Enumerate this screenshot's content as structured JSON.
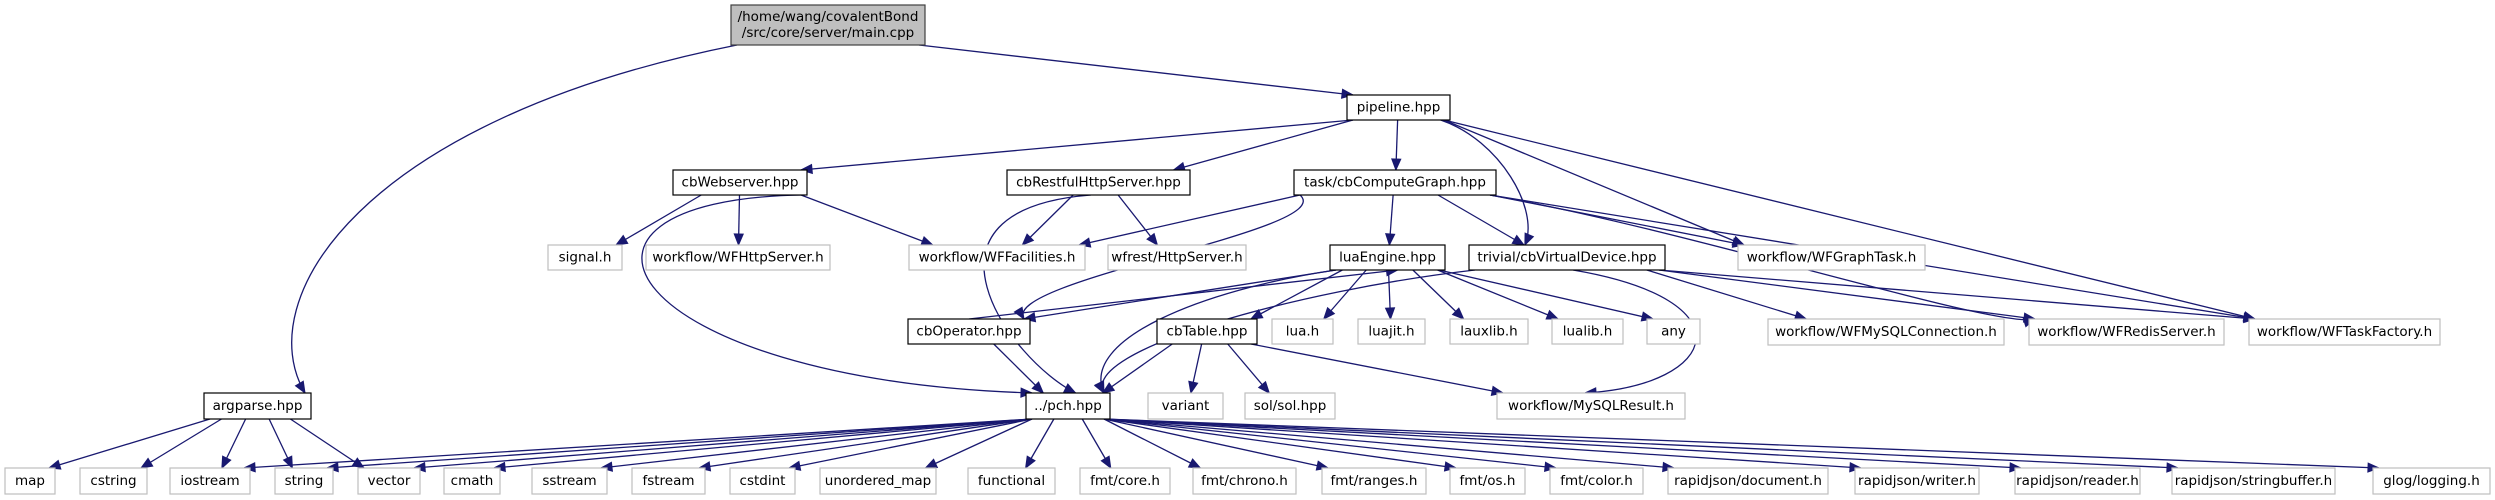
{
  "title": "/home/wang/covalentBond/src/core/server/main.cpp include dependency graph",
  "colors": {
    "edge": "#191970",
    "root_fill": "#bfbfbf",
    "project_border": "#000000",
    "external_border": "#bfbfbf"
  },
  "nodes": [
    {
      "id": "main",
      "label": [
        "/home/wang/covalentBond",
        "/src/core/server/main.cpp"
      ],
      "kind": "root"
    },
    {
      "id": "pipeline",
      "label": [
        "pipeline.hpp"
      ],
      "kind": "project"
    },
    {
      "id": "argparse",
      "label": [
        "argparse.hpp"
      ],
      "kind": "project"
    },
    {
      "id": "cbWebserver",
      "label": [
        "cbWebserver.hpp"
      ],
      "kind": "project"
    },
    {
      "id": "cbRestful",
      "label": [
        "cbRestfulHttpServer.hpp"
      ],
      "kind": "project"
    },
    {
      "id": "cbComputeGraph",
      "label": [
        "task/cbComputeGraph.hpp"
      ],
      "kind": "project"
    },
    {
      "id": "luaEngine",
      "label": [
        "luaEngine.hpp"
      ],
      "kind": "project"
    },
    {
      "id": "cbVirtualDevice",
      "label": [
        "trivial/cbVirtualDevice.hpp"
      ],
      "kind": "project"
    },
    {
      "id": "cbOperator",
      "label": [
        "cbOperator.hpp"
      ],
      "kind": "project"
    },
    {
      "id": "cbTable",
      "label": [
        "cbTable.hpp"
      ],
      "kind": "project"
    },
    {
      "id": "pch",
      "label": [
        "../pch.hpp"
      ],
      "kind": "project"
    },
    {
      "id": "signal",
      "label": [
        "signal.h"
      ],
      "kind": "external"
    },
    {
      "id": "WFHttpServer",
      "label": [
        "workflow/WFHttpServer.h"
      ],
      "kind": "external"
    },
    {
      "id": "WFFacilities",
      "label": [
        "workflow/WFFacilities.h"
      ],
      "kind": "external"
    },
    {
      "id": "wfrestHttpServer",
      "label": [
        "wfrest/HttpServer.h"
      ],
      "kind": "external"
    },
    {
      "id": "WFGraphTask",
      "label": [
        "workflow/WFGraphTask.h"
      ],
      "kind": "external"
    },
    {
      "id": "WFMySQLConnection",
      "label": [
        "workflow/WFMySQLConnection.h"
      ],
      "kind": "external"
    },
    {
      "id": "WFRedisServer",
      "label": [
        "workflow/WFRedisServer.h"
      ],
      "kind": "external"
    },
    {
      "id": "WFTaskFactory",
      "label": [
        "workflow/WFTaskFactory.h"
      ],
      "kind": "external"
    },
    {
      "id": "lua",
      "label": [
        "lua.h"
      ],
      "kind": "external"
    },
    {
      "id": "luajit",
      "label": [
        "luajit.h"
      ],
      "kind": "external"
    },
    {
      "id": "lauxlib",
      "label": [
        "lauxlib.h"
      ],
      "kind": "external"
    },
    {
      "id": "lualib",
      "label": [
        "lualib.h"
      ],
      "kind": "external"
    },
    {
      "id": "any",
      "label": [
        "any"
      ],
      "kind": "external"
    },
    {
      "id": "variant",
      "label": [
        "variant"
      ],
      "kind": "external"
    },
    {
      "id": "sol",
      "label": [
        "sol/sol.hpp"
      ],
      "kind": "external"
    },
    {
      "id": "MySQLResult",
      "label": [
        "workflow/MySQLResult.h"
      ],
      "kind": "external"
    },
    {
      "id": "map",
      "label": [
        "map"
      ],
      "kind": "external"
    },
    {
      "id": "cstring",
      "label": [
        "cstring"
      ],
      "kind": "external"
    },
    {
      "id": "iostream",
      "label": [
        "iostream"
      ],
      "kind": "external"
    },
    {
      "id": "string",
      "label": [
        "string"
      ],
      "kind": "external"
    },
    {
      "id": "vector",
      "label": [
        "vector"
      ],
      "kind": "external"
    },
    {
      "id": "cmath",
      "label": [
        "cmath"
      ],
      "kind": "external"
    },
    {
      "id": "sstream",
      "label": [
        "sstream"
      ],
      "kind": "external"
    },
    {
      "id": "fstream",
      "label": [
        "fstream"
      ],
      "kind": "external"
    },
    {
      "id": "cstdint",
      "label": [
        "cstdint"
      ],
      "kind": "external"
    },
    {
      "id": "unordered_map",
      "label": [
        "unordered_map"
      ],
      "kind": "external"
    },
    {
      "id": "functional",
      "label": [
        "functional"
      ],
      "kind": "external"
    },
    {
      "id": "fmtcore",
      "label": [
        "fmt/core.h"
      ],
      "kind": "external"
    },
    {
      "id": "fmtchrono",
      "label": [
        "fmt/chrono.h"
      ],
      "kind": "external"
    },
    {
      "id": "fmtranges",
      "label": [
        "fmt/ranges.h"
      ],
      "kind": "external"
    },
    {
      "id": "fmtos",
      "label": [
        "fmt/os.h"
      ],
      "kind": "external"
    },
    {
      "id": "fmtcolor",
      "label": [
        "fmt/color.h"
      ],
      "kind": "external"
    },
    {
      "id": "rjdocument",
      "label": [
        "rapidjson/document.h"
      ],
      "kind": "external"
    },
    {
      "id": "rjwriter",
      "label": [
        "rapidjson/writer.h"
      ],
      "kind": "external"
    },
    {
      "id": "rjreader",
      "label": [
        "rapidjson/reader.h"
      ],
      "kind": "external"
    },
    {
      "id": "rjstringbuffer",
      "label": [
        "rapidjson/stringbuffer.h"
      ],
      "kind": "external"
    },
    {
      "id": "glog",
      "label": [
        "glog/logging.h"
      ],
      "kind": "external"
    }
  ],
  "edges": [
    [
      "main",
      "pipeline"
    ],
    [
      "main",
      "argparse"
    ],
    [
      "pipeline",
      "cbWebserver"
    ],
    [
      "pipeline",
      "cbRestful"
    ],
    [
      "pipeline",
      "cbComputeGraph"
    ],
    [
      "pipeline",
      "cbVirtualDevice"
    ],
    [
      "pipeline",
      "WFGraphTask"
    ],
    [
      "pipeline",
      "WFTaskFactory"
    ],
    [
      "cbWebserver",
      "signal"
    ],
    [
      "cbWebserver",
      "WFHttpServer"
    ],
    [
      "cbWebserver",
      "WFFacilities"
    ],
    [
      "cbWebserver",
      "pch"
    ],
    [
      "cbRestful",
      "WFFacilities"
    ],
    [
      "cbRestful",
      "wfrestHttpServer"
    ],
    [
      "cbRestful",
      "pch"
    ],
    [
      "cbComputeGraph",
      "WFFacilities"
    ],
    [
      "cbComputeGraph",
      "luaEngine"
    ],
    [
      "cbComputeGraph",
      "cbVirtualDevice"
    ],
    [
      "cbComputeGraph",
      "cbOperator"
    ],
    [
      "cbComputeGraph",
      "WFGraphTask"
    ],
    [
      "cbComputeGraph",
      "WFRedisServer"
    ],
    [
      "cbComputeGraph",
      "WFTaskFactory"
    ],
    [
      "luaEngine",
      "cbOperator"
    ],
    [
      "cbOperator",
      "luaEngine"
    ],
    [
      "luaEngine",
      "cbTable"
    ],
    [
      "luaEngine",
      "lua"
    ],
    [
      "luaEngine",
      "luajit"
    ],
    [
      "luaEngine",
      "lauxlib"
    ],
    [
      "luaEngine",
      "lualib"
    ],
    [
      "luaEngine",
      "any"
    ],
    [
      "luaEngine",
      "pch"
    ],
    [
      "cbVirtualDevice",
      "pch"
    ],
    [
      "cbVirtualDevice",
      "WFMySQLConnection"
    ],
    [
      "cbVirtualDevice",
      "WFRedisServer"
    ],
    [
      "cbVirtualDevice",
      "WFTaskFactory"
    ],
    [
      "cbVirtualDevice",
      "MySQLResult"
    ],
    [
      "cbOperator",
      "pch"
    ],
    [
      "cbTable",
      "pch"
    ],
    [
      "cbTable",
      "variant"
    ],
    [
      "cbTable",
      "sol"
    ],
    [
      "cbTable",
      "MySQLResult"
    ],
    [
      "argparse",
      "map"
    ],
    [
      "argparse",
      "cstring"
    ],
    [
      "argparse",
      "iostream"
    ],
    [
      "argparse",
      "string"
    ],
    [
      "argparse",
      "vector"
    ],
    [
      "pch",
      "iostream"
    ],
    [
      "pch",
      "string"
    ],
    [
      "pch",
      "vector"
    ],
    [
      "pch",
      "cmath"
    ],
    [
      "pch",
      "sstream"
    ],
    [
      "pch",
      "fstream"
    ],
    [
      "pch",
      "cstdint"
    ],
    [
      "pch",
      "unordered_map"
    ],
    [
      "pch",
      "functional"
    ],
    [
      "pch",
      "fmtcore"
    ],
    [
      "pch",
      "fmtchrono"
    ],
    [
      "pch",
      "fmtranges"
    ],
    [
      "pch",
      "fmtos"
    ],
    [
      "pch",
      "fmtcolor"
    ],
    [
      "pch",
      "rjdocument"
    ],
    [
      "pch",
      "rjwriter"
    ],
    [
      "pch",
      "rjreader"
    ],
    [
      "pch",
      "rjstringbuffer"
    ],
    [
      "pch",
      "glog"
    ]
  ]
}
